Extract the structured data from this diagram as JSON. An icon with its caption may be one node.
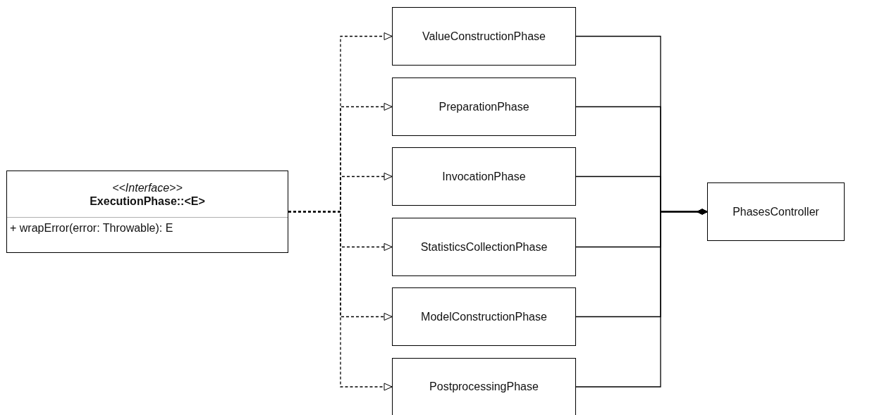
{
  "diagram": {
    "nodes": [
      {
        "text": [
          "<<Interface>>",
          "ExecutionPhase::<E>",
          "+ wrapError(error: Throwable): E"
        ]
      },
      {
        "text": [
          "ValueConstructionPhase"
        ]
      },
      {
        "text": [
          "PreparationPhase"
        ]
      },
      {
        "text": [
          "InvocationPhase"
        ]
      },
      {
        "text": [
          "StatisticsCollectionPhase"
        ]
      },
      {
        "text": [
          "ModelConstructionPhase"
        ]
      },
      {
        "text": [
          "PostprocessingPhase"
        ]
      },
      {
        "text": [
          "PhasesController"
        ]
      }
    ],
    "edges": [
      {
        "from": 0,
        "to": 1,
        "arrow": "to",
        "style": "dashed"
      },
      {
        "from": 0,
        "to": 2,
        "arrow": "to",
        "style": "dashed"
      },
      {
        "from": 0,
        "to": 3,
        "arrow": "to",
        "style": "dashed"
      },
      {
        "from": 0,
        "to": 4,
        "arrow": "to",
        "style": "dashed"
      },
      {
        "from": 0,
        "to": 5,
        "arrow": "to",
        "style": "dashed"
      },
      {
        "from": 0,
        "to": 6,
        "arrow": "to",
        "style": "dashed"
      },
      {
        "from": 1,
        "to": 7,
        "arrow": "other"
      },
      {
        "from": 2,
        "to": 7,
        "arrow": "other"
      },
      {
        "from": 3,
        "to": 7,
        "arrow": "other"
      },
      {
        "from": 4,
        "to": 7,
        "arrow": "other"
      },
      {
        "from": 5,
        "to": 7,
        "arrow": "other"
      },
      {
        "from": 6,
        "to": 7,
        "arrow": "other"
      }
    ]
  }
}
